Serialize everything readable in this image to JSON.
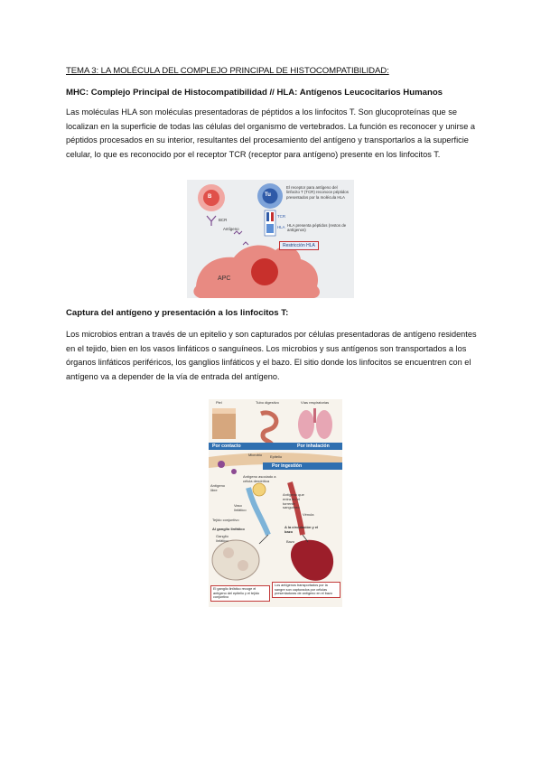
{
  "title": "TEMA 3: LA MOLÉCULA DEL COMPLEJO PRINCIPAL DE HISTOCOMPATIBILIDAD:",
  "subtitle": "MHC: Complejo Principal de Histocompatibilidad // HLA: Antígenos Leucocitarios Humanos",
  "paragraph1": "Las moléculas HLA son moléculas presentadoras de péptidos a los linfocitos T. Son glucoproteínas que se localizan en la superficie de todas las células del organismo de vertebrados. La función es reconocer y unirse a péptidos procesados en su interior, resultantes del procesamiento del antígeno y transportarlos a la superficie celular, lo que es reconocido por el receptor TCR (receptor para antígeno) presente en los linfocitos T.",
  "figure1": {
    "cell_b": "B",
    "cell_t": "Tu",
    "bcr": "BCR",
    "antigeno": "Antígeno",
    "note": "El receptor para antígeno del linfocito T (TCR) reconoce péptidos presentados por la molécula HLA",
    "tcr": "TCR",
    "hla": "HLA",
    "hla_note": "HLA presenta péptidos (restos de antígenos)",
    "reaction": "Restricción HLA",
    "apc": "APC"
  },
  "heading2": "Captura del antígeno y presentación a los linfocitos T:",
  "paragraph2": "Los microbios entran a través de un epitelio y son capturados por células presentadoras de antígeno residentes en el tejido, bien en los vasos linfáticos o sanguíneos. Los microbios y sus antígenos son transportados a los órganos linfáticos periféricos, los ganglios linfáticos y el bazo. El sitio donde los linfocitos se encuentren con el antígeno va a depender de la vía de entrada del antígeno.",
  "figure2": {
    "piel": "Piel",
    "tubo": "Tubo digestivo",
    "vias": "Vías respiratorias",
    "contacto": "Por contacto",
    "inhalacion": "Por inhalación",
    "ingestion": "Por ingestión",
    "microbio": "Microbio",
    "epitelio": "Epitelio",
    "antigeno_libre": "Antígeno libre",
    "antigeno_celula": "Antígeno asociado a célula dendrítica",
    "vaso_linfatico": "Vaso linfático",
    "antigeno_sangre": "Antígeno que entra en el torrente sanguíneo",
    "vena": "Vénula",
    "tejido": "Tejido conjuntivo",
    "al_ganglio": "Al ganglio linfático",
    "circulacion": "A la circulación y el bazo",
    "ganglio": "Ganglio linfático",
    "bazo": "Bazo",
    "cap_left": "El ganglio linfático recoge el antígeno del epitelio y el tejido conjuntivo",
    "cap_right": "Los antígenos transportados por la sangre son capturados por células presentadoras de antígeno en el bazo"
  }
}
